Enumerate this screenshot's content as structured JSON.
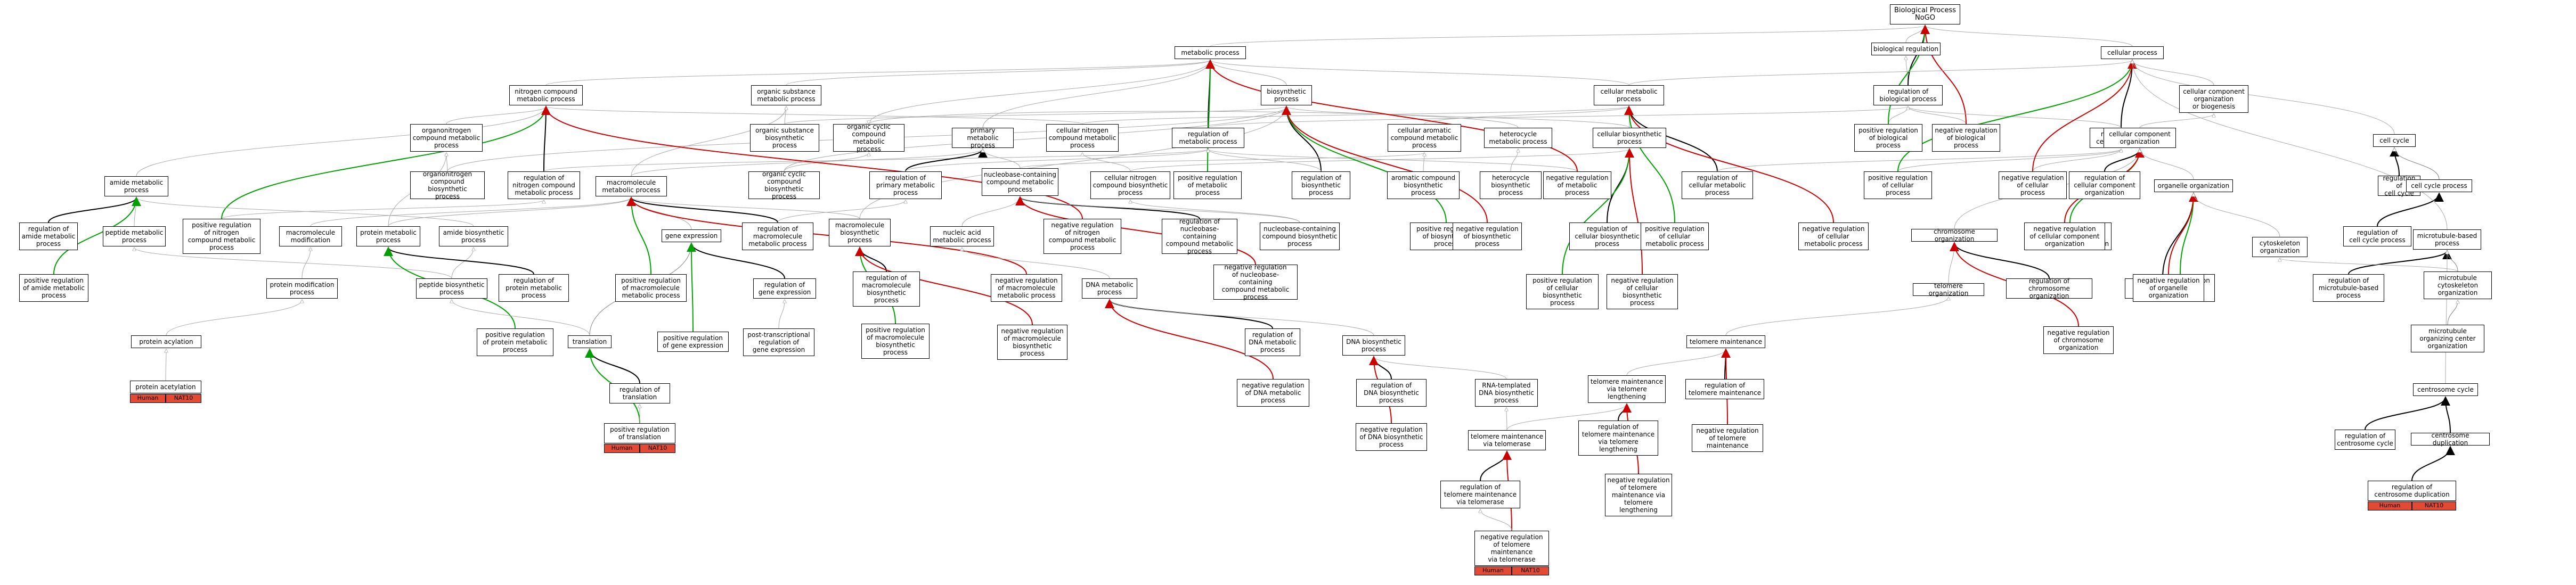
{
  "colors": {
    "is_a": "#a9a9a9",
    "part_of": "#7f7f7f",
    "regulates": "#000000",
    "positively_regulates": "#00a000",
    "negatively_regulates": "#cc0000",
    "annotation_tag": "#e24a33"
  },
  "nodes": {
    "bp": "Biological Process\nNoGO",
    "biological_regulation": "biological regulation",
    "reg_biological_process": "regulation of\nbiological process",
    "pos_reg_biological_process": "positive regulation\nof biological\nprocess",
    "neg_reg_biological_process": "negative regulation\nof biological\nprocess",
    "metabolic_process": "metabolic process",
    "cellular_process": "cellular process",
    "nitrogen_compound_metabolic": "nitrogen compound\nmetabolic process",
    "organic_substance_metabolic": "organic substance\nmetabolic process",
    "biosynthetic_process": "biosynthetic\nprocess",
    "cellular_metabolic_process": "cellular metabolic\nprocess",
    "cc_organization_biogenesis": "cellular component\norganization\nor biogenesis",
    "organonitrogen_metabolic": "organonitrogen\ncompound metabolic\nprocess",
    "organic_substance_biosynthetic": "organic substance\nbiosynthetic\nprocess",
    "organic_cyclic_metabolic": "organic cyclic\ncompound metabolic\nprocess",
    "primary_metabolic": "primary metabolic\nprocess",
    "cellular_nitrogen_metabolic": "cellular nitrogen\ncompound metabolic\nprocess",
    "reg_metabolic_process": "regulation of\nmetabolic process",
    "cellular_aromatic_metabolic": "cellular aromatic\ncompound metabolic\nprocess",
    "heterocycle_metabolic": "heterocycle\nmetabolic process",
    "cellular_biosynthetic": "cellular biosynthetic\nprocess",
    "reg_cellular_process": "regulation of\ncellular process",
    "cellular_component_organization": "cellular component\norganization",
    "organonitrogen_biosynthetic": "organonitrogen\ncompound biosynthetic\nprocess",
    "reg_nitrogen_compound_metabolic": "regulation of\nnitrogen compound\nmetabolic process",
    "organic_cyclic_biosynthetic": "organic cyclic\ncompound biosynthetic\nprocess",
    "reg_primary_metabolic": "regulation of\nprimary metabolic\nprocess",
    "nucleobase_metabolic": "nucleobase-containing\ncompound metabolic\nprocess",
    "cellular_nitrogen_biosynthetic": "cellular nitrogen\ncompound biosynthetic\nprocess",
    "pos_reg_metabolic": "positive regulation\nof metabolic\nprocess",
    "reg_biosynthetic": "regulation of\nbiosynthetic\nprocess",
    "aromatic_biosynthetic": "aromatic compound\nbiosynthetic\nprocess",
    "heterocycle_biosynthetic": "heterocycle\nbiosynthetic\nprocess",
    "neg_reg_metabolic": "negative regulation\nof metabolic\nprocess",
    "reg_cellular_metabolic": "regulation of\ncellular metabolic\nprocess",
    "pos_reg_cellular_process": "positive regulation\nof cellular\nprocess",
    "neg_reg_cellular_process": "negative regulation\nof cellular\nprocess",
    "reg_cc_organization": "regulation of\ncellular component\norganization",
    "cell_cycle": "cell cycle",
    "amide_metabolic": "amide metabolic\nprocess",
    "macromolecule_metabolic": "macromolecule\nmetabolic process",
    "macromolecule_biosynthetic": "macromolecule\nbiosynthetic\nprocess",
    "reg_amide_metabolic": "regulation of\namide metabolic\nprocess",
    "peptide_metabolic": "peptide metabolic\nprocess",
    "pos_reg_nitrogen_metabolic": "positive regulation\nof nitrogen\ncompound metabolic\nprocess",
    "macromolecule_modification": "macromolecule\nmodification",
    "protein_metabolic": "protein metabolic\nprocess",
    "amide_biosynthetic": "amide biosynthetic\nprocess",
    "reg_macromolecule_metabolic": "regulation of\nmacromolecule\nmetabolic process",
    "nucleic_acid_metabolic": "nucleic acid\nmetabolic process",
    "neg_reg_nitrogen_metabolic": "negative regulation\nof nitrogen\ncompound metabolic\nprocess",
    "reg_nucleobase_metabolic": "regulation of\nnucleobase-containing\ncompound metabolic\nprocess",
    "nucleobase_biosynthetic": "nucleobase-containing\ncompound biosynthetic\nprocess",
    "pos_reg_biosynthetic": "positive regulation\nof biosynthetic\nprocess",
    "neg_reg_biosynthetic": "negative regulation\nof biosynthetic\nprocess",
    "reg_cellular_biosynthetic": "regulation of\ncellular biosynthetic\nprocess",
    "pos_reg_cellular_metabolic": "positive regulation\nof cellular\nmetabolic process",
    "neg_reg_cellular_metabolic": "negative regulation\nof cellular\nmetabolic process",
    "chromosome_organization": "chromosome organization",
    "pos_reg_cc_organization": "positive regulation\nof cellular\ncomponent organization",
    "neg_reg_cc_organization": "negative regulation\nof cellular component\norganization",
    "organelle_organization": "organelle organization",
    "reg_cell_cycle": "regulation of\ncell cycle",
    "cell_cycle_process": "cell cycle process",
    "pos_reg_amide_metabolic": "positive regulation\nof amide metabolic\nprocess",
    "protein_modification_process": "protein modification\nprocess",
    "peptide_biosynthetic": "peptide biosynthetic\nprocess",
    "reg_protein_metabolic": "regulation of\nprotein metabolic\nprocess",
    "gene_expression": "gene expression",
    "pos_reg_macromolecule_metabolic": "positive regulation\nof macromolecule\nmetabolic process",
    "reg_gene_expression": "regulation of\ngene expression",
    "reg_macromolecule_biosynthetic": "regulation of\nmacromolecule\nbiosynthetic\nprocess",
    "neg_reg_macromolecule_metabolic": "negative regulation\nof macromolecule\nmetabolic process",
    "dna_metabolic": "DNA metabolic\nprocess",
    "neg_reg_nucleobase_metabolic": "negative regulation\nof nucleobase-containing\ncompound metabolic\nprocess",
    "pos_reg_cellular_biosynthetic": "positive regulation\nof cellular\nbiosynthetic\nprocess",
    "neg_reg_cellular_biosynthetic": "negative regulation\nof cellular\nbiosynthetic\nprocess",
    "telomere_organization": "telomere organization",
    "reg_chromosome_organization": "regulation of\nchromosome organization",
    "reg_organelle_organization": "regulation of\norganelle organization",
    "pos_reg_organelle_organization": "positive regulation\nof organelle\norganization",
    "neg_reg_organelle_organization": "negative regulation\nof organelle\norganization",
    "cytoskeleton_organization": "cytoskeleton\norganization",
    "reg_cell_cycle_process": "regulation of\ncell cycle process",
    "microtubule_based_process": "microtubule-based\nprocess",
    "protein_acylation": "protein acylation",
    "protein_acetylation": "protein acetylation",
    "pos_reg_protein_metabolic": "positive regulation\nof protein metabolic\nprocess",
    "translation": "translation",
    "pos_reg_gene_expression": "positive regulation\nof gene expression",
    "posttranscriptional_reg": "post-transcriptional\nregulation of\ngene expression",
    "pos_reg_macromolecule_biosynthetic": "positive regulation\nof macromolecule\nbiosynthetic\nprocess",
    "neg_reg_macromolecule_biosynthetic": "negative regulation\nof macromolecule\nbiosynthetic\nprocess",
    "reg_dna_metabolic": "regulation of\nDNA metabolic\nprocess",
    "dna_biosynthetic": "DNA biosynthetic\nprocess",
    "neg_reg_chromosome_organization": "negative regulation\nof chromosome\norganization",
    "telomere_maintenance": "telomere maintenance",
    "reg_microtubule_based": "regulation of\nmicrotubule-based\nprocess",
    "microtubule_cytoskeleton_org": "microtubule\ncytoskeleton\norganization",
    "mtoc_organization": "microtubule\norganizing center\norganization",
    "reg_translation": "regulation of\ntranslation",
    "neg_reg_dna_metabolic": "negative regulation\nof DNA metabolic\nprocess",
    "reg_dna_biosynthetic": "regulation of\nDNA biosynthetic\nprocess",
    "rna_templated_dna_biosynthetic": "RNA-templated\nDNA biosynthetic\nprocess",
    "telomere_maintenance_lengthening": "telomere maintenance\nvia telomere\nlengthening",
    "reg_telomere_maintenance": "regulation of\ntelomere maintenance",
    "centrosome_cycle": "centrosome cycle",
    "pos_reg_translation": "positive regulation\nof translation",
    "neg_reg_dna_biosynthetic": "negative regulation\nof DNA biosynthetic\nprocess",
    "telomere_maintenance_telomerase": "telomere maintenance\nvia telomerase",
    "reg_telomere_lengthening": "regulation of\ntelomere maintenance\nvia telomere\nlengthening",
    "neg_reg_telomere_maintenance": "negative regulation\nof telomere\nmaintenance",
    "reg_centrosome_cycle": "regulation of\ncentrosome cycle",
    "centrosome_duplication": "centrosome duplication",
    "reg_telomerase": "regulation of\ntelomere maintenance\nvia telomerase",
    "neg_reg_telomere_lengthening": "negative regulation\nof telomere\nmaintenance via\ntelomere\nlengthening",
    "reg_centrosome_duplication": "regulation of\ncentrosome duplication",
    "neg_reg_telomerase": "negative regulation\nof telomere\nmaintenance\nvia telomerase"
  },
  "annotations": {
    "species": "Human",
    "gene": "NAT10"
  }
}
